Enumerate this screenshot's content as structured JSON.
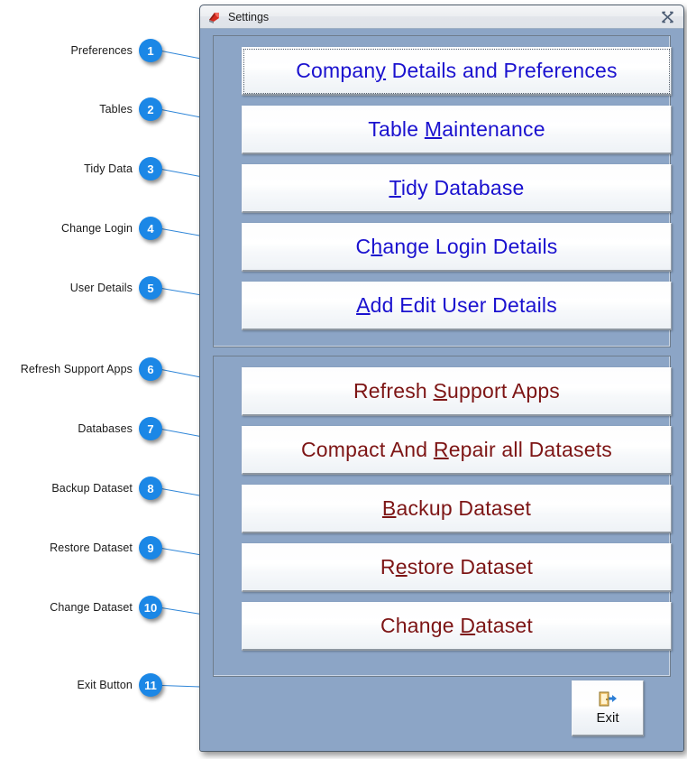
{
  "window": {
    "title": "Settings",
    "app_icon": "app-icon",
    "close_icon": "⌧",
    "background_color": "#8ca5c6"
  },
  "groups": [
    {
      "name": "preferences-group",
      "accent_color": "#1a11cf",
      "buttons": [
        {
          "name": "company-details-and-preferences-button",
          "pre": "Compan",
          "accel": "y",
          "post": " Details and Preferences",
          "full": "Company Details and Preferences",
          "focused": true
        },
        {
          "name": "table-maintenance-button",
          "pre": "Table ",
          "accel": "M",
          "post": "aintenance",
          "full": "Table Maintenance",
          "focused": false
        },
        {
          "name": "tidy-database-button",
          "pre": "",
          "accel": "T",
          "post": "idy Database",
          "full": "Tidy Database",
          "focused": false
        },
        {
          "name": "change-login-details-button",
          "pre": "C",
          "accel": "h",
          "post": "ange Login Details",
          "full": "Change Login Details",
          "focused": false
        },
        {
          "name": "add-edit-user-details-button",
          "pre": "",
          "accel": "A",
          "post": "dd Edit User Details",
          "full": "Add Edit User Details",
          "focused": false
        }
      ]
    },
    {
      "name": "database-group",
      "accent_color": "#7d1515",
      "buttons": [
        {
          "name": "refresh-support-apps-button",
          "pre": "Refresh ",
          "accel": "S",
          "post": "upport Apps",
          "full": "Refresh Support Apps",
          "focused": false
        },
        {
          "name": "compact-and-repair-all-datasets-button",
          "pre": "Compact And ",
          "accel": "R",
          "post": "epair all Datasets",
          "full": "Compact And Repair all Datasets",
          "focused": false
        },
        {
          "name": "backup-dataset-button",
          "pre": "",
          "accel": "B",
          "post": "ackup Dataset",
          "full": "Backup Dataset",
          "focused": false
        },
        {
          "name": "restore-dataset-button",
          "pre": "R",
          "accel": "e",
          "post": "store Dataset",
          "full": "Restore Dataset",
          "focused": false
        },
        {
          "name": "change-dataset-button",
          "pre": "Change ",
          "accel": "D",
          "post": "ataset",
          "full": "Change Dataset",
          "focused": false
        }
      ]
    }
  ],
  "exit": {
    "label": "Exit",
    "icon": "exit-door-icon"
  },
  "callouts": [
    {
      "number": "1",
      "label": "Preferences"
    },
    {
      "number": "2",
      "label": "Tables"
    },
    {
      "number": "3",
      "label": "Tidy Data"
    },
    {
      "number": "4",
      "label": "Change Login"
    },
    {
      "number": "5",
      "label": "User Details"
    },
    {
      "number": "6",
      "label": "Refresh Support Apps"
    },
    {
      "number": "7",
      "label": "Databases"
    },
    {
      "number": "8",
      "label": "Backup Dataset"
    },
    {
      "number": "9",
      "label": "Restore Dataset"
    },
    {
      "number": "10",
      "label": "Change Dataset"
    },
    {
      "number": "11",
      "label": "Exit Button"
    }
  ],
  "callout_style": {
    "badge_color": "#1b87e6",
    "leader_color": "#2f86d8",
    "label_color": "#1a1a1a"
  }
}
